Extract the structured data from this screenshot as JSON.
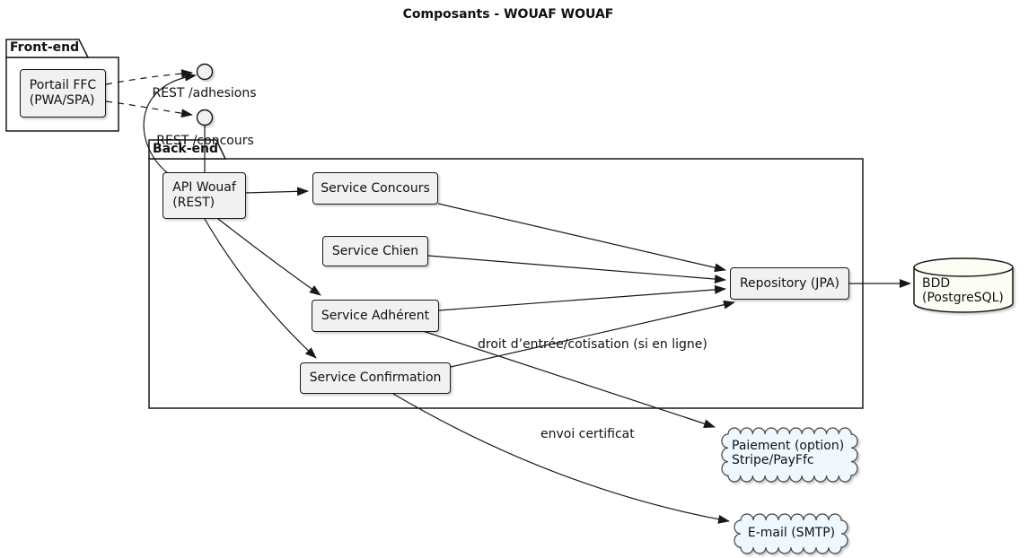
{
  "title": "Composants - WOUAF WOUAF",
  "packages": {
    "frontend": {
      "label": "Front-end"
    },
    "backend": {
      "label": "Back-end"
    }
  },
  "nodes": {
    "portail": {
      "label": "Portail FFC\n(PWA/SPA)"
    },
    "api": {
      "label": "API Wouaf\n(REST)"
    },
    "service_concours": {
      "label": "Service Concours"
    },
    "service_chien": {
      "label": "Service Chien"
    },
    "service_adherent": {
      "label": "Service Adhérent"
    },
    "service_confirmation": {
      "label": "Service Confirmation"
    },
    "repository": {
      "label": "Repository (JPA)"
    },
    "bdd": {
      "label": "BDD\n(PostgreSQL)"
    },
    "paiement": {
      "label": "Paiement (option)\nStripe/PayFfc"
    },
    "email": {
      "label": "E-mail (SMTP)"
    }
  },
  "interfaces": {
    "adhesions": {
      "label": "REST /adhesions"
    },
    "concours": {
      "label": "REST /concours"
    }
  },
  "edge_labels": {
    "cotisation": "droit d’entrée/cotisation (si en ligne)",
    "certificat": "envoi certificat"
  },
  "colors": {
    "bg": "#FFFFFF",
    "node_fill": "#F1F1F1",
    "node_border": "#181818",
    "line": "#181818",
    "db_fill": "#FDFDF6",
    "cloud_fill": "#F0F8FF",
    "cloud_border": "#444444",
    "text": "#111111"
  }
}
